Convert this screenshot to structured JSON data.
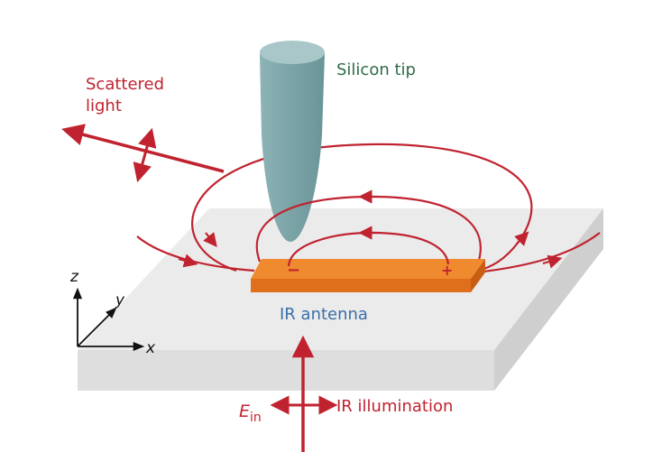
{
  "labels": {
    "scattered_line1": "Scattered",
    "scattered_line2": "light",
    "silicon_tip": "Silicon tip",
    "ir_antenna": "IR antenna",
    "ir_illumination": "IR illumination",
    "e_symbol": "E",
    "e_subscript": "in",
    "minus": "−",
    "plus": "+"
  },
  "axes": {
    "z": "z",
    "y": "y",
    "x": "x"
  },
  "colors": {
    "field_red": "#c0232f",
    "tip_teal": "#7fa8ab",
    "antenna_orange": "#ef8a2e",
    "antenna_edge": "#d86818",
    "slab_top": "#ebebeb",
    "slab_front": "#dedede",
    "slab_side": "#cfcfcf",
    "label_green": "#2f6b45",
    "label_blue": "#3a6fa8",
    "axis_black": "#111111"
  }
}
